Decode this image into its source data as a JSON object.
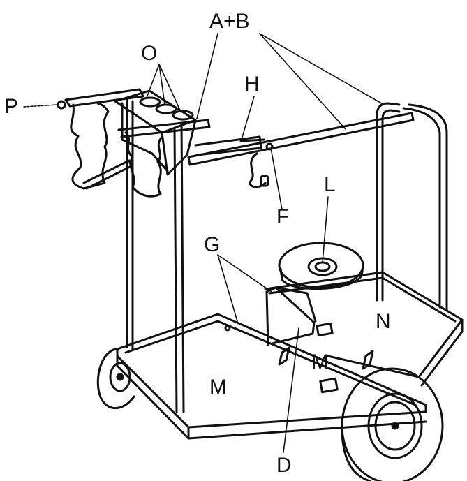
{
  "labels": {
    "ab": "A+B",
    "o": "O",
    "p": "P",
    "h": "H",
    "f": "F",
    "l": "L",
    "g": "G",
    "n": "N",
    "m_left": "M",
    "m_center": "M",
    "d": "D"
  },
  "colors": {
    "line": "#111111",
    "background": "#ffffff"
  }
}
